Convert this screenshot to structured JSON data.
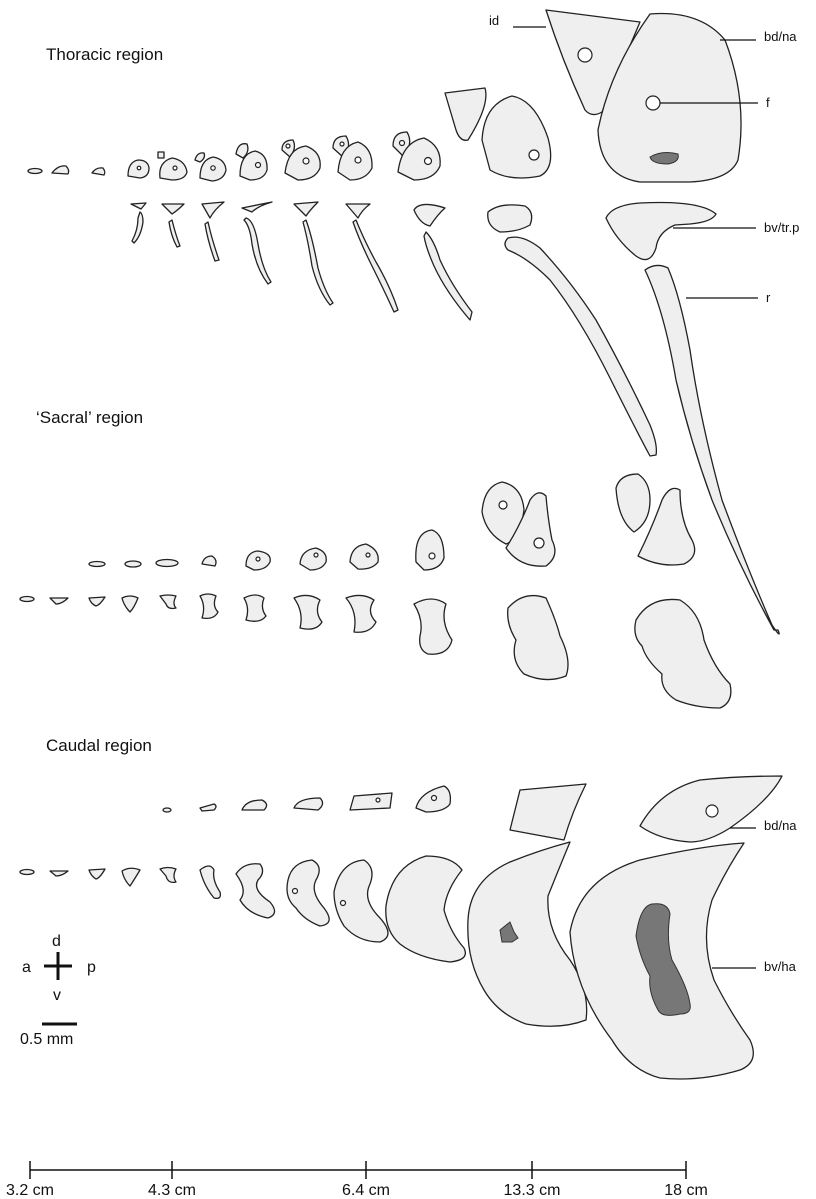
{
  "regions": {
    "thoracic": "Thoracic region",
    "sacral": "‘Sacral’ region",
    "caudal": "Caudal region"
  },
  "labels": {
    "id": "id",
    "bd_na_top": "bd/na",
    "f": "f",
    "bv_trp": "bv/tr.p",
    "r": "r",
    "bd_na_caudal": "bd/na",
    "bv_ha": "bv/ha"
  },
  "orientation": {
    "dorsal": "d",
    "ventral": "v",
    "anterior": "a",
    "posterior": "p"
  },
  "scale_bar": "0.5 mm",
  "size_axis": {
    "ticks": [
      "3.2 cm",
      "4.3 cm",
      "6.4 cm",
      "13.3 cm",
      "18 cm"
    ]
  },
  "colors": {
    "bone_fill": "#efefef",
    "outline": "#222222",
    "dark_tissue": "#777777"
  }
}
